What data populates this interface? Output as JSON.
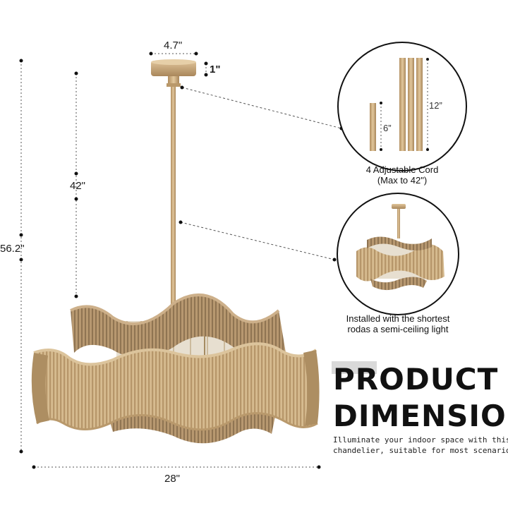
{
  "dimensions": {
    "top_width": "4.7\"",
    "canopy_height": "1\"",
    "cord_length": "42\"",
    "total_height": "56.2\"",
    "shade_width": "28\""
  },
  "cord_detail": {
    "long_rod": "12”",
    "short_rod": "6”",
    "caption_line1": "4 Adjustable Cord",
    "caption_line2": "(Max to 42\")"
  },
  "semi_ceiling_detail": {
    "caption_line1": "Installed with the shortest",
    "caption_line2": "rodas a semi-ceiling light"
  },
  "headline": {
    "line1": "PRODUCT",
    "line2": "DIMENSION"
  },
  "description": {
    "line1": "Illuminate your indoor space with this",
    "line2": "chandelier, suitable for most scenarios"
  },
  "colors": {
    "rope": "#c9ab7c",
    "rope_dark": "#a88858",
    "metal": "#c8a878",
    "accent_block": "#d9d9d9"
  }
}
